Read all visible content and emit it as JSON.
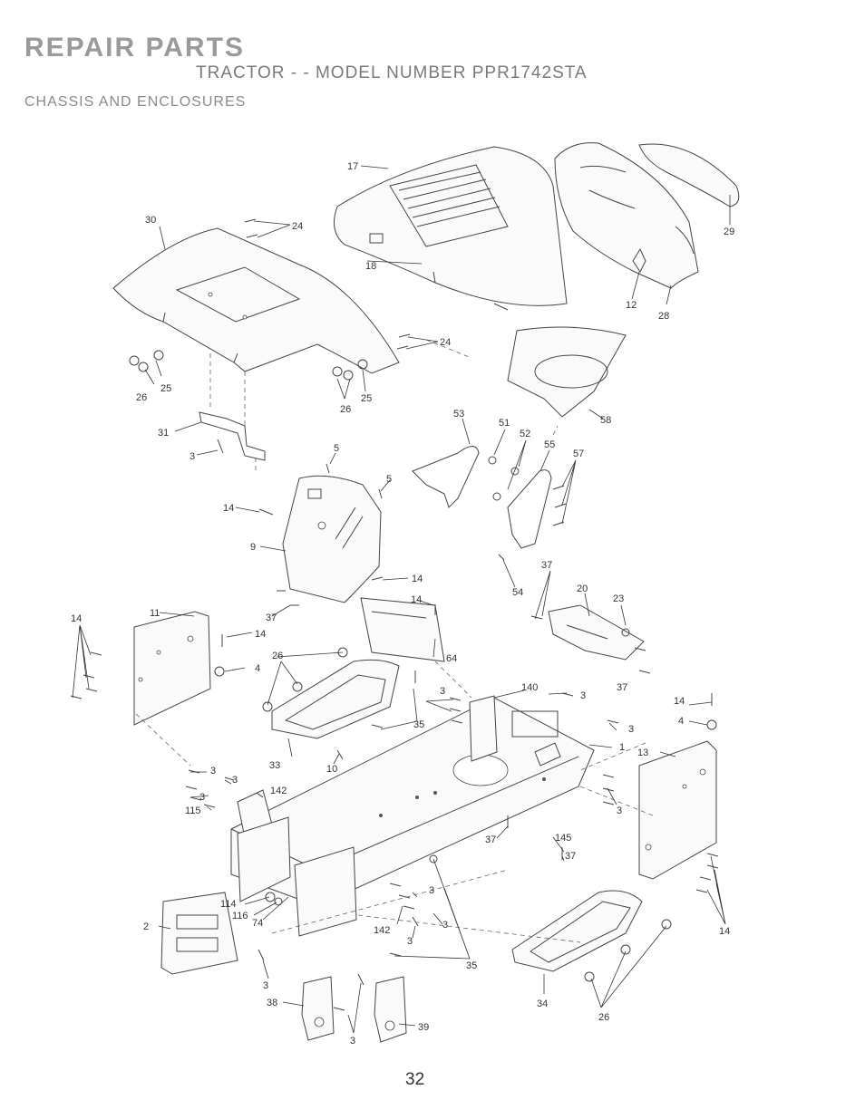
{
  "header": {
    "title": "REPAIR PARTS",
    "subtitle": "TRACTOR - - MODEL NUMBER PPR1742STA",
    "section": "CHASSIS AND ENCLOSURES"
  },
  "page_number": "32",
  "callouts": [
    {
      "id": "c17",
      "text": "17"
    },
    {
      "id": "c30",
      "text": "30"
    },
    {
      "id": "c24a",
      "text": "24"
    },
    {
      "id": "c18",
      "text": "18"
    },
    {
      "id": "c29",
      "text": "29"
    },
    {
      "id": "c12",
      "text": "12"
    },
    {
      "id": "c28",
      "text": "28"
    },
    {
      "id": "c24b",
      "text": "24"
    },
    {
      "id": "c25a",
      "text": "25"
    },
    {
      "id": "c26a",
      "text": "26"
    },
    {
      "id": "c25b",
      "text": "25"
    },
    {
      "id": "c26b",
      "text": "26"
    },
    {
      "id": "c53",
      "text": "53"
    },
    {
      "id": "c51",
      "text": "51"
    },
    {
      "id": "c52",
      "text": "52"
    },
    {
      "id": "c55",
      "text": "55"
    },
    {
      "id": "c57",
      "text": "57"
    },
    {
      "id": "c58",
      "text": "58"
    },
    {
      "id": "c31",
      "text": "31"
    },
    {
      "id": "c3a",
      "text": "3"
    },
    {
      "id": "c5a",
      "text": "5"
    },
    {
      "id": "c5b",
      "text": "5"
    },
    {
      "id": "c14a",
      "text": "14"
    },
    {
      "id": "c9",
      "text": "9"
    },
    {
      "id": "c14b",
      "text": "14"
    },
    {
      "id": "c14c",
      "text": "14"
    },
    {
      "id": "c37a",
      "text": "37"
    },
    {
      "id": "c54",
      "text": "54"
    },
    {
      "id": "c37b",
      "text": "37"
    },
    {
      "id": "c20",
      "text": "20"
    },
    {
      "id": "c23",
      "text": "23"
    },
    {
      "id": "c11",
      "text": "11"
    },
    {
      "id": "c14d",
      "text": "14"
    },
    {
      "id": "c14e",
      "text": "14"
    },
    {
      "id": "c4a",
      "text": "4"
    },
    {
      "id": "c26c",
      "text": "26"
    },
    {
      "id": "c64",
      "text": "64"
    },
    {
      "id": "c37c",
      "text": "37"
    },
    {
      "id": "c3b",
      "text": "3"
    },
    {
      "id": "c140",
      "text": "140"
    },
    {
      "id": "c3c",
      "text": "3"
    },
    {
      "id": "c14f",
      "text": "14"
    },
    {
      "id": "c4b",
      "text": "4"
    },
    {
      "id": "c35a",
      "text": "35"
    },
    {
      "id": "c3d",
      "text": "3"
    },
    {
      "id": "c1",
      "text": "1"
    },
    {
      "id": "c13",
      "text": "13"
    },
    {
      "id": "c33",
      "text": "33"
    },
    {
      "id": "c10",
      "text": "10"
    },
    {
      "id": "c3e",
      "text": "3"
    },
    {
      "id": "c3f",
      "text": "3"
    },
    {
      "id": "c142a",
      "text": "142"
    },
    {
      "id": "c3g",
      "text": "3"
    },
    {
      "id": "c115",
      "text": "115"
    },
    {
      "id": "c3h",
      "text": "3"
    },
    {
      "id": "c37d",
      "text": "37"
    },
    {
      "id": "c145",
      "text": "145"
    },
    {
      "id": "c37e",
      "text": "37"
    },
    {
      "id": "c114",
      "text": "114"
    },
    {
      "id": "c116",
      "text": "116"
    },
    {
      "id": "c74",
      "text": "74"
    },
    {
      "id": "c142b",
      "text": "142"
    },
    {
      "id": "c3i",
      "text": "3"
    },
    {
      "id": "c3j",
      "text": "3"
    },
    {
      "id": "c3k",
      "text": "3"
    },
    {
      "id": "c2",
      "text": "2"
    },
    {
      "id": "c14g",
      "text": "14"
    },
    {
      "id": "c35b",
      "text": "35"
    },
    {
      "id": "c3l",
      "text": "3"
    },
    {
      "id": "c34",
      "text": "34"
    },
    {
      "id": "c26d",
      "text": "26"
    },
    {
      "id": "c38",
      "text": "38"
    },
    {
      "id": "c3m",
      "text": "3"
    },
    {
      "id": "c39",
      "text": "39"
    }
  ]
}
